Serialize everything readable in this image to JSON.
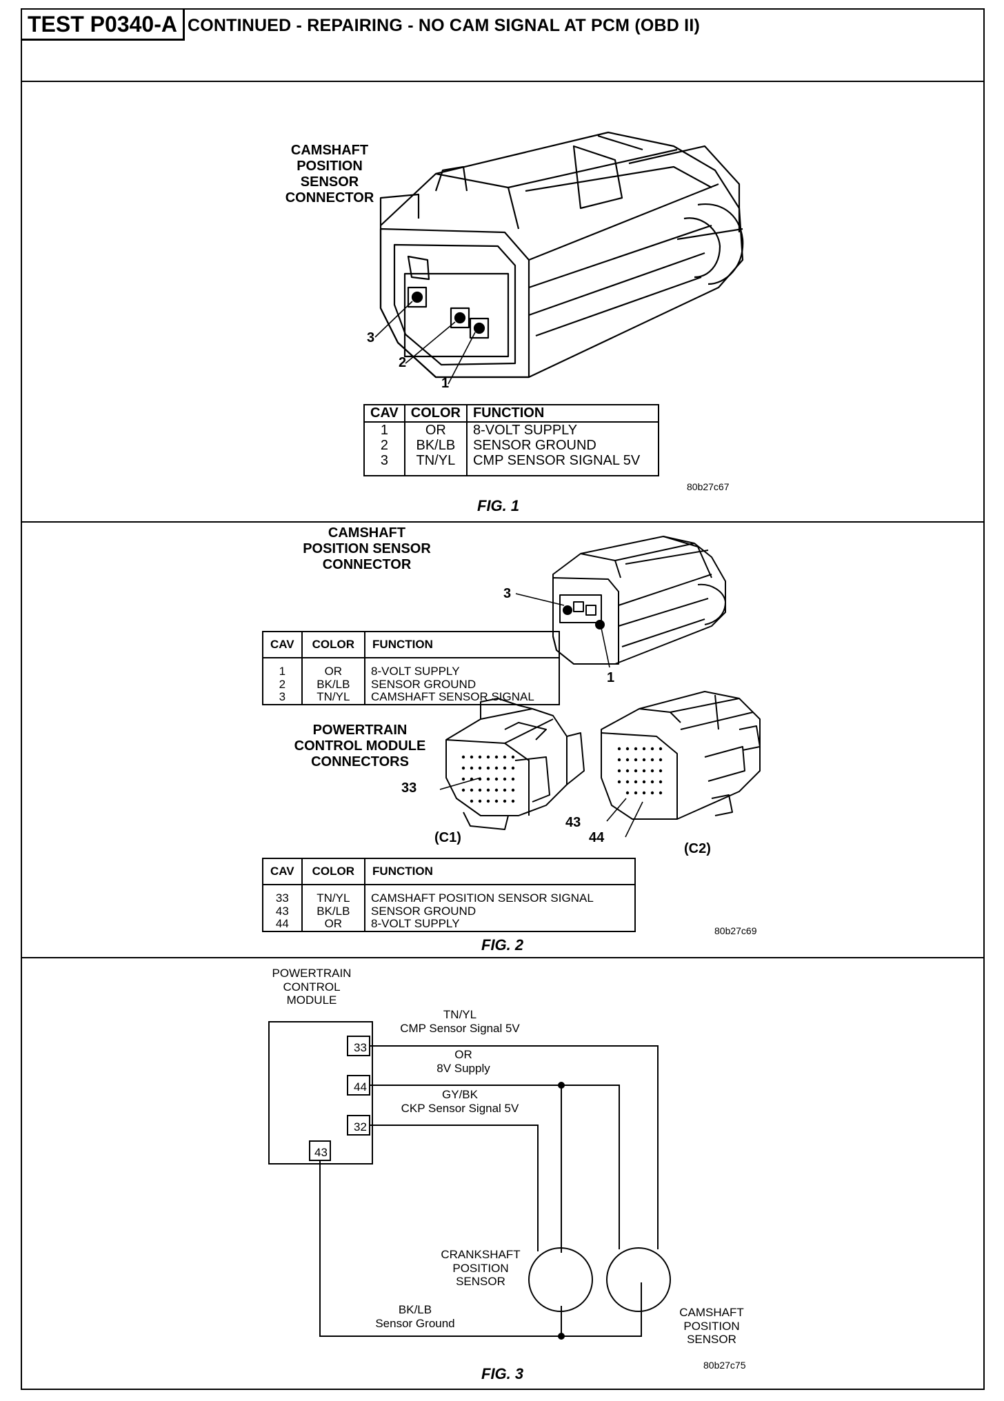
{
  "header": {
    "test_id": "TEST P0340-A",
    "title": "CONTINUED - REPAIRING - NO CAM SIGNAL AT PCM (OBD II)"
  },
  "fig1": {
    "label": [
      "CAMSHAFT",
      "POSITION",
      "SENSOR",
      "CONNECTOR"
    ],
    "pin_labels": [
      "3",
      "2",
      "1"
    ],
    "table": {
      "headers": [
        "CAV",
        "COLOR",
        "FUNCTION"
      ],
      "rows": [
        [
          "1",
          "OR",
          "8-VOLT SUPPLY"
        ],
        [
          "2",
          "BK/LB",
          "SENSOR GROUND"
        ],
        [
          "3",
          "TN/YL",
          "CMP SENSOR SIGNAL 5V"
        ]
      ]
    },
    "code": "80b27c67",
    "caption": "FIG. 1"
  },
  "fig2": {
    "label": [
      "CAMSHAFT",
      "POSITION SENSOR",
      "CONNECTOR"
    ],
    "pin_labels": [
      "3",
      "1"
    ],
    "table1": {
      "headers": [
        "CAV",
        "COLOR",
        "FUNCTION"
      ],
      "rows": [
        [
          "1",
          "OR",
          "8-VOLT SUPPLY"
        ],
        [
          "2",
          "BK/LB",
          "SENSOR GROUND"
        ],
        [
          "3",
          "TN/YL",
          "CAMSHAFT SENSOR SIGNAL"
        ]
      ]
    },
    "pcm_label": [
      "POWERTRAIN",
      "CONTROL MODULE",
      "CONNECTORS"
    ],
    "pcm_pins": [
      "33",
      "43",
      "44"
    ],
    "c1": "(C1)",
    "c2": "(C2)",
    "table2": {
      "headers": [
        "CAV",
        "COLOR",
        "FUNCTION"
      ],
      "rows": [
        [
          "33",
          "TN/YL",
          "CAMSHAFT POSITION SENSOR SIGNAL"
        ],
        [
          "43",
          "BK/LB",
          "SENSOR GROUND"
        ],
        [
          "44",
          "OR",
          "8-VOLT SUPPLY"
        ]
      ]
    },
    "code": "80b27c69",
    "caption": "FIG. 2"
  },
  "fig3": {
    "module_label": [
      "POWERTRAIN",
      "CONTROL",
      "MODULE"
    ],
    "pins": [
      "33",
      "44",
      "32",
      "43"
    ],
    "wires": {
      "w33": [
        "TN/YL",
        "CMP Sensor Signal 5V"
      ],
      "w44": [
        "OR",
        "8V Supply"
      ],
      "w32": [
        "GY/BK",
        "CKP Sensor Signal 5V"
      ],
      "w43": [
        "BK/LB",
        "Sensor Ground"
      ]
    },
    "crank_label": [
      "CRANKSHAFT",
      "POSITION",
      "SENSOR"
    ],
    "cam_label": [
      "CAMSHAFT",
      "POSITION",
      "SENSOR"
    ],
    "code": "80b27c75",
    "caption": "FIG. 3"
  }
}
